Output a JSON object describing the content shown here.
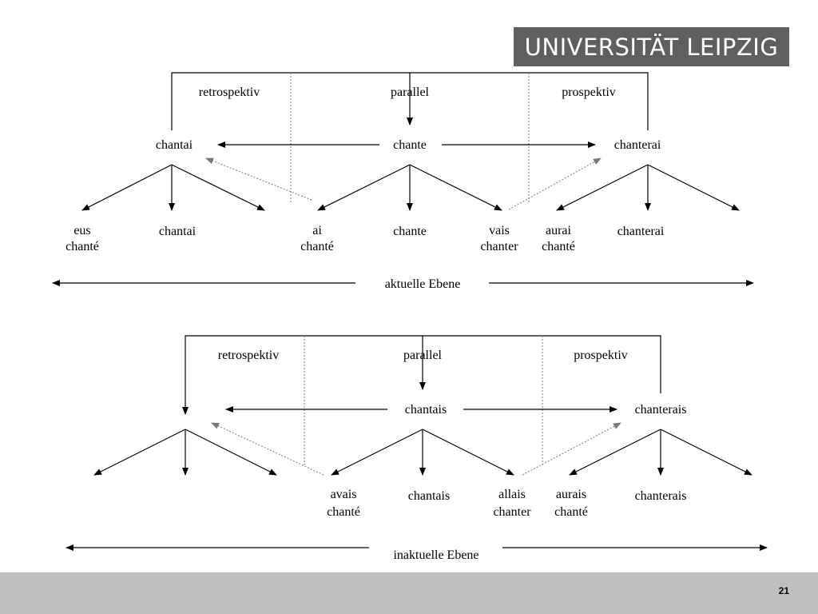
{
  "logo": {
    "text": "UNIVERSITÄT LEIPZIG"
  },
  "footer": {
    "page_number": "21"
  },
  "top": {
    "headers": {
      "retro": "retrospektiv",
      "parallel": "parallel",
      "prosp": "prospektiv"
    },
    "center": {
      "left": "chantai",
      "mid": "chante",
      "right": "chanterai"
    },
    "bottom": {
      "eus": [
        "eus",
        "chanté"
      ],
      "chantai": "chantai",
      "ai": [
        "ai",
        "chanté"
      ],
      "chante": "chante",
      "vais": [
        "vais",
        "chanter"
      ],
      "aurai": [
        "aurai",
        "chanté"
      ],
      "chanterai": "chanterai"
    },
    "level": "aktuelle Ebene"
  },
  "bottom_block": {
    "headers": {
      "retro": "retrospektiv",
      "parallel": "parallel",
      "prosp": "prospektiv"
    },
    "center": {
      "mid": "chantais",
      "right": "chanterais"
    },
    "bottom": {
      "avais": [
        "avais",
        "chanté"
      ],
      "chantais": "chantais",
      "allais": [
        "allais",
        "chanter"
      ],
      "aurais": [
        "aurais",
        "chanté"
      ],
      "chanterais": "chanterais"
    },
    "level": "inaktuelle Ebene"
  }
}
